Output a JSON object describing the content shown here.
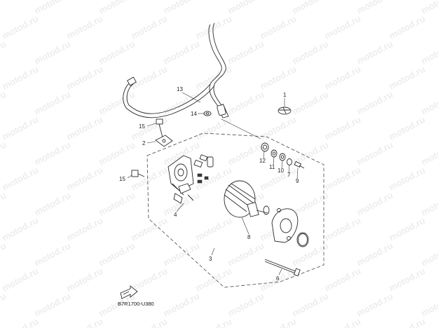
{
  "watermark": "motod.ru",
  "diagram_code": "B7R1700-U380",
  "callouts": {
    "c1": "1",
    "c2": "2",
    "c3": "3",
    "c4": "4",
    "c6": "6",
    "c7": "7",
    "c8": "8",
    "c9": "9",
    "c10": "10",
    "c11": "11",
    "c12": "12",
    "c13": "13",
    "c14": "14",
    "c15a": "15",
    "c15b": "15"
  },
  "icons": {
    "forward": "forward-arrow-icon"
  }
}
